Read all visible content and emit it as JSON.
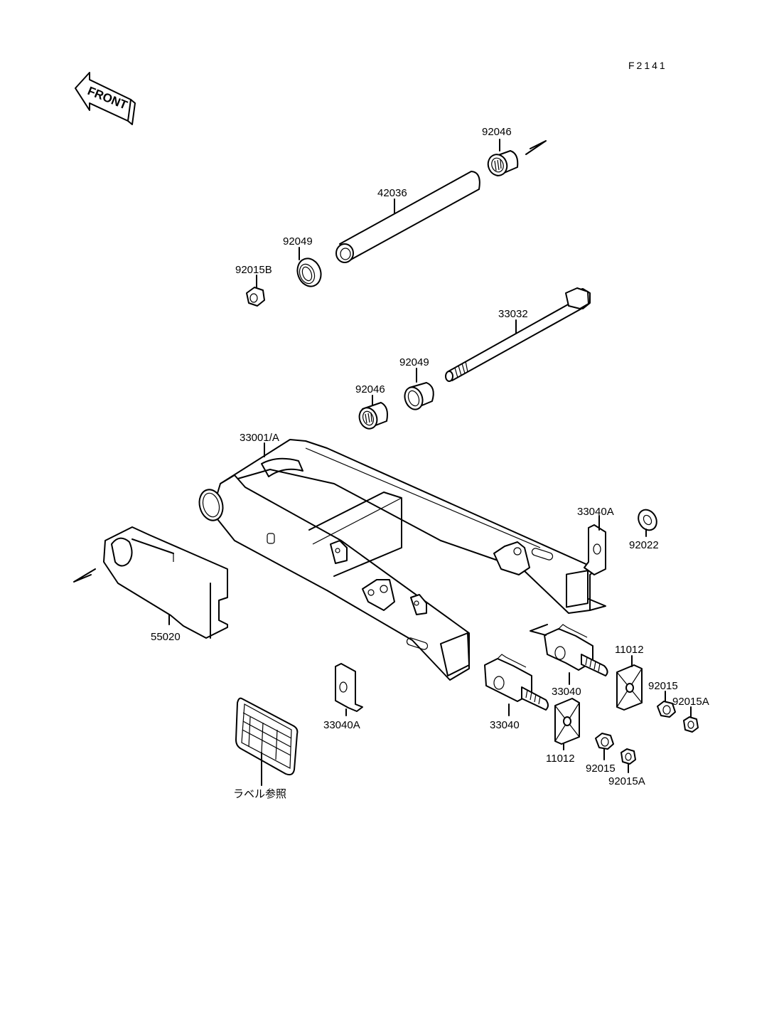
{
  "diagram": {
    "figure_code": "F2141",
    "front_arrow_label": "FRONT",
    "parts": [
      {
        "id": "p-92046-top",
        "number": "92046",
        "name": "needle-bearing"
      },
      {
        "id": "p-42036",
        "number": "42036",
        "name": "sleeve"
      },
      {
        "id": "p-92049-top",
        "number": "92049",
        "name": "oil-seal"
      },
      {
        "id": "p-92015B",
        "number": "92015B",
        "name": "nut"
      },
      {
        "id": "p-33032",
        "number": "33032",
        "name": "pivot-shaft"
      },
      {
        "id": "p-92049-mid",
        "number": "92049",
        "name": "oil-seal"
      },
      {
        "id": "p-92046-mid",
        "number": "92046",
        "name": "needle-bearing"
      },
      {
        "id": "p-33001A",
        "number": "33001/A",
        "name": "swingarm"
      },
      {
        "id": "p-33040A-right",
        "number": "33040A",
        "name": "chain-adjuster-bracket"
      },
      {
        "id": "p-92022",
        "number": "92022",
        "name": "washer"
      },
      {
        "id": "p-55020",
        "number": "55020",
        "name": "chain-guard"
      },
      {
        "id": "p-11012-top",
        "number": "11012",
        "name": "adjuster-plate"
      },
      {
        "id": "p-33040-top",
        "number": "33040",
        "name": "chain-adjuster"
      },
      {
        "id": "p-92015-top",
        "number": "92015",
        "name": "nut"
      },
      {
        "id": "p-92015A-top",
        "number": "92015A",
        "name": "nut"
      },
      {
        "id": "p-33040A-left",
        "number": "33040A",
        "name": "chain-adjuster-bracket"
      },
      {
        "id": "p-33040-bottom",
        "number": "33040",
        "name": "chain-adjuster"
      },
      {
        "id": "p-11012-bottom",
        "number": "11012",
        "name": "adjuster-plate"
      },
      {
        "id": "p-92015-bottom",
        "number": "92015",
        "name": "nut"
      },
      {
        "id": "p-92015A-bottom",
        "number": "92015A",
        "name": "nut"
      },
      {
        "id": "p-label",
        "number": "ラベル参照",
        "name": "label-reference"
      }
    ]
  }
}
